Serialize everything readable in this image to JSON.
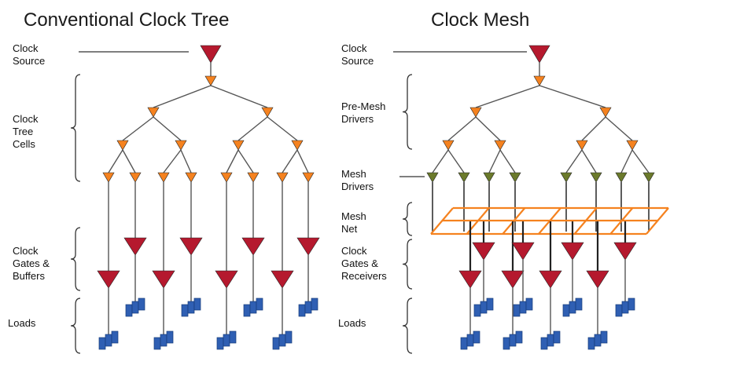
{
  "titles": {
    "left": "Conventional Clock Tree",
    "right": "Clock Mesh"
  },
  "tree_labels": {
    "clock_source": [
      "Clock",
      "Source"
    ],
    "clock_tree_cells": [
      "Clock",
      "Tree",
      "Cells"
    ],
    "clock_gates": [
      "Clock",
      "Gates &",
      "Buffers"
    ],
    "loads": [
      "Loads"
    ]
  },
  "mesh_labels": {
    "clock_source": [
      "Clock",
      "Source"
    ],
    "pre_mesh_drivers": [
      "Pre-Mesh",
      "Drivers"
    ],
    "mesh_drivers": [
      "Mesh",
      "Drivers"
    ],
    "mesh_net": [
      "Mesh",
      "Net"
    ],
    "clock_gates": [
      "Clock",
      "Gates &",
      "Receivers"
    ],
    "loads": [
      "Loads"
    ]
  },
  "colors": {
    "source_buffer": "#b5192e",
    "tree_buffer": "#f5821f",
    "mesh_driver": "#6b7a2b",
    "gate_buffer": "#b5192e",
    "mesh_net": "#f5821f",
    "load": "#2f5fb3",
    "wire": "#555555",
    "bracket": "#333333"
  }
}
